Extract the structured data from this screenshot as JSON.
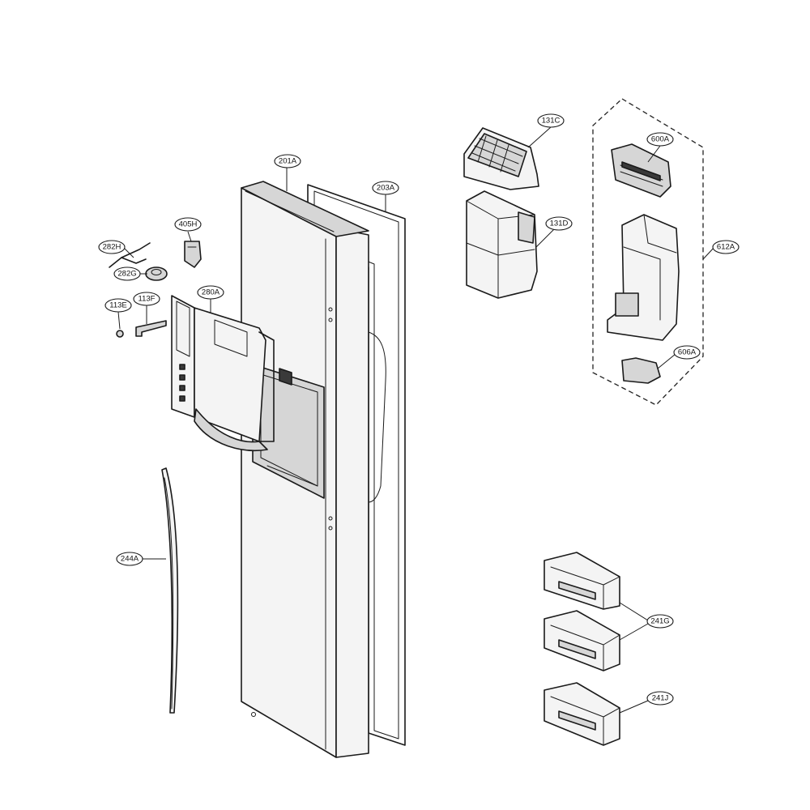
{
  "diagram": {
    "callouts": {
      "c201A": "201A",
      "c203A": "203A",
      "c131C": "131C",
      "c131D": "131D",
      "c600A": "600A",
      "c612A": "612A",
      "c606A": "606A",
      "c405H": "405H",
      "c282H": "282H",
      "c282G": "282G",
      "c280A": "280A",
      "c113E": "113E",
      "c113F": "113F",
      "c244A": "244A",
      "c241G": "241G",
      "c241J": "241J"
    }
  }
}
